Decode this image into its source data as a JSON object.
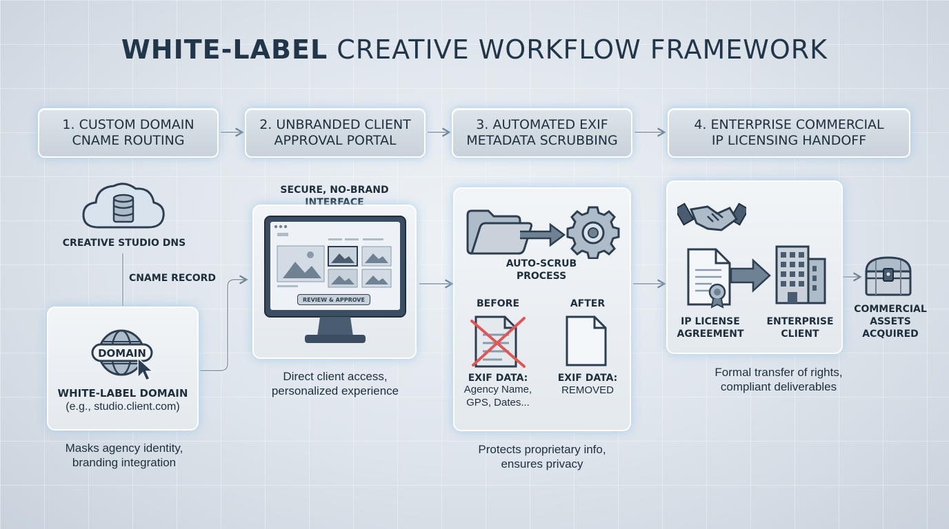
{
  "title_part1": "WHITE-LABEL",
  "title_part2": " CREATIVE WORKFLOW FRAMEWORK",
  "steps": [
    {
      "label": "1. CUSTOM DOMAIN\nCNAME ROUTING"
    },
    {
      "label": "2. UNBRANDED CLIENT\nAPPROVAL PORTAL"
    },
    {
      "label": "3. AUTOMATED EXIF\nMETADATA SCRUBBING"
    },
    {
      "label": "4. ENTERPRISE COMMERCIAL\nIP LICENSING HANDOFF"
    }
  ],
  "section1": {
    "dns_label": "CREATIVE STUDIO DNS",
    "cname_label": "CNAME RECORD",
    "domain_badge": "DOMAIN",
    "domain_title": "WHITE-LABEL DOMAIN",
    "domain_example": "(e.g., studio.client.com)",
    "caption": "Masks agency identity,\nbranding integration"
  },
  "section2": {
    "header": "SECURE, NO-BRAND\nINTERFACE",
    "button_label": "REVIEW & APPROVE",
    "caption": "Direct client access,\npersonalized experience"
  },
  "section3": {
    "process_label": "AUTO-SCRUB\nPROCESS",
    "before_label": "BEFORE",
    "after_label": "AFTER",
    "before_title": "EXIF DATA:",
    "before_detail": "Agency Name,\nGPS, Dates...",
    "after_title": "EXIF DATA:",
    "after_detail": "REMOVED",
    "caption": "Protects proprietary info,\nensures privacy"
  },
  "section4": {
    "license_label": "IP LICENSE\nAGREEMENT",
    "client_label": "ENTERPRISE\nCLIENT",
    "assets_label": "COMMERCIAL\nASSETS\nACQUIRED",
    "caption": "Formal transfer of rights,\ncompliant deliverables"
  },
  "colors": {
    "accent": "#2c3e50",
    "icon_fill": "#aebbc8",
    "icon_light": "#d8e3ee",
    "glow": "#a9d2f2",
    "cross": "#e05555"
  },
  "icons": [
    "cloud-database-icon",
    "globe-icon",
    "cursor-icon",
    "monitor-icon",
    "folder-icon",
    "gear-icon",
    "document-icon",
    "handshake-icon",
    "license-icon",
    "building-icon",
    "treasure-chest-icon",
    "arrow-icon"
  ]
}
